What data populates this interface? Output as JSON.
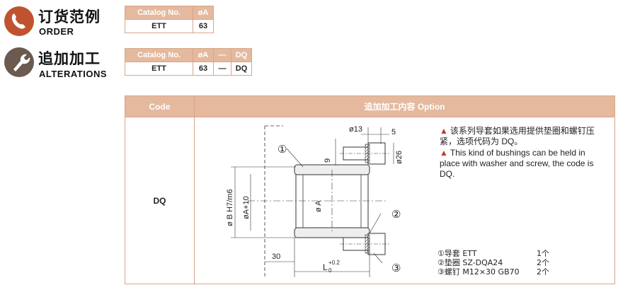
{
  "order": {
    "title_zh": "订货范例",
    "title_en": "ORDER",
    "table": {
      "headers": [
        "Catalog No.",
        "øA"
      ],
      "values": [
        "ETT",
        "63"
      ]
    }
  },
  "alterations": {
    "title_zh": "追加加工",
    "title_en": "ALTERATIONS",
    "table": {
      "headers": [
        "Catalog No.",
        "øA",
        "—",
        "DQ"
      ],
      "values": [
        "ETT",
        "63",
        "—",
        "DQ"
      ]
    }
  },
  "option_table": {
    "col_code": "Code",
    "col_option": "追加加工内容 Option",
    "code_value": "DQ",
    "notes_zh": "该系列导套如果选用提供垫圈和螺钉压紧，选项代码为 DQ。",
    "notes_en": "This kind of bushings can be held in place with washer and screw, the code is DQ.",
    "parts": [
      {
        "name": "①导套 ETT",
        "qty": "1个"
      },
      {
        "name": "②垫圈 SZ-DQA24",
        "qty": "2个"
      },
      {
        "name": "③螺钉 M12×30 GB70",
        "qty": "2个"
      }
    ]
  },
  "drawing": {
    "dim_d13": "ø13",
    "dim_5": "5",
    "dim_9": "9",
    "dim_d26": "ø26",
    "dim_bore": "ø B H7/m6",
    "dim_a10": "øA+10",
    "dim_a": "ø A",
    "dim_30": "30",
    "dim_L": "L",
    "tol_upper": "+0.2",
    "tol_lower": "0",
    "callout_1": "①",
    "callout_2": "②",
    "callout_3": "③"
  },
  "colors": {
    "header_bg": "#e4b99e",
    "border": "#d9a58a",
    "order_icon": "#c0532f",
    "alter_icon": "#6b5a4f",
    "warn": "#c0392b"
  },
  "icons": [
    "phone-icon",
    "wrench-icon",
    "warning-icon"
  ]
}
